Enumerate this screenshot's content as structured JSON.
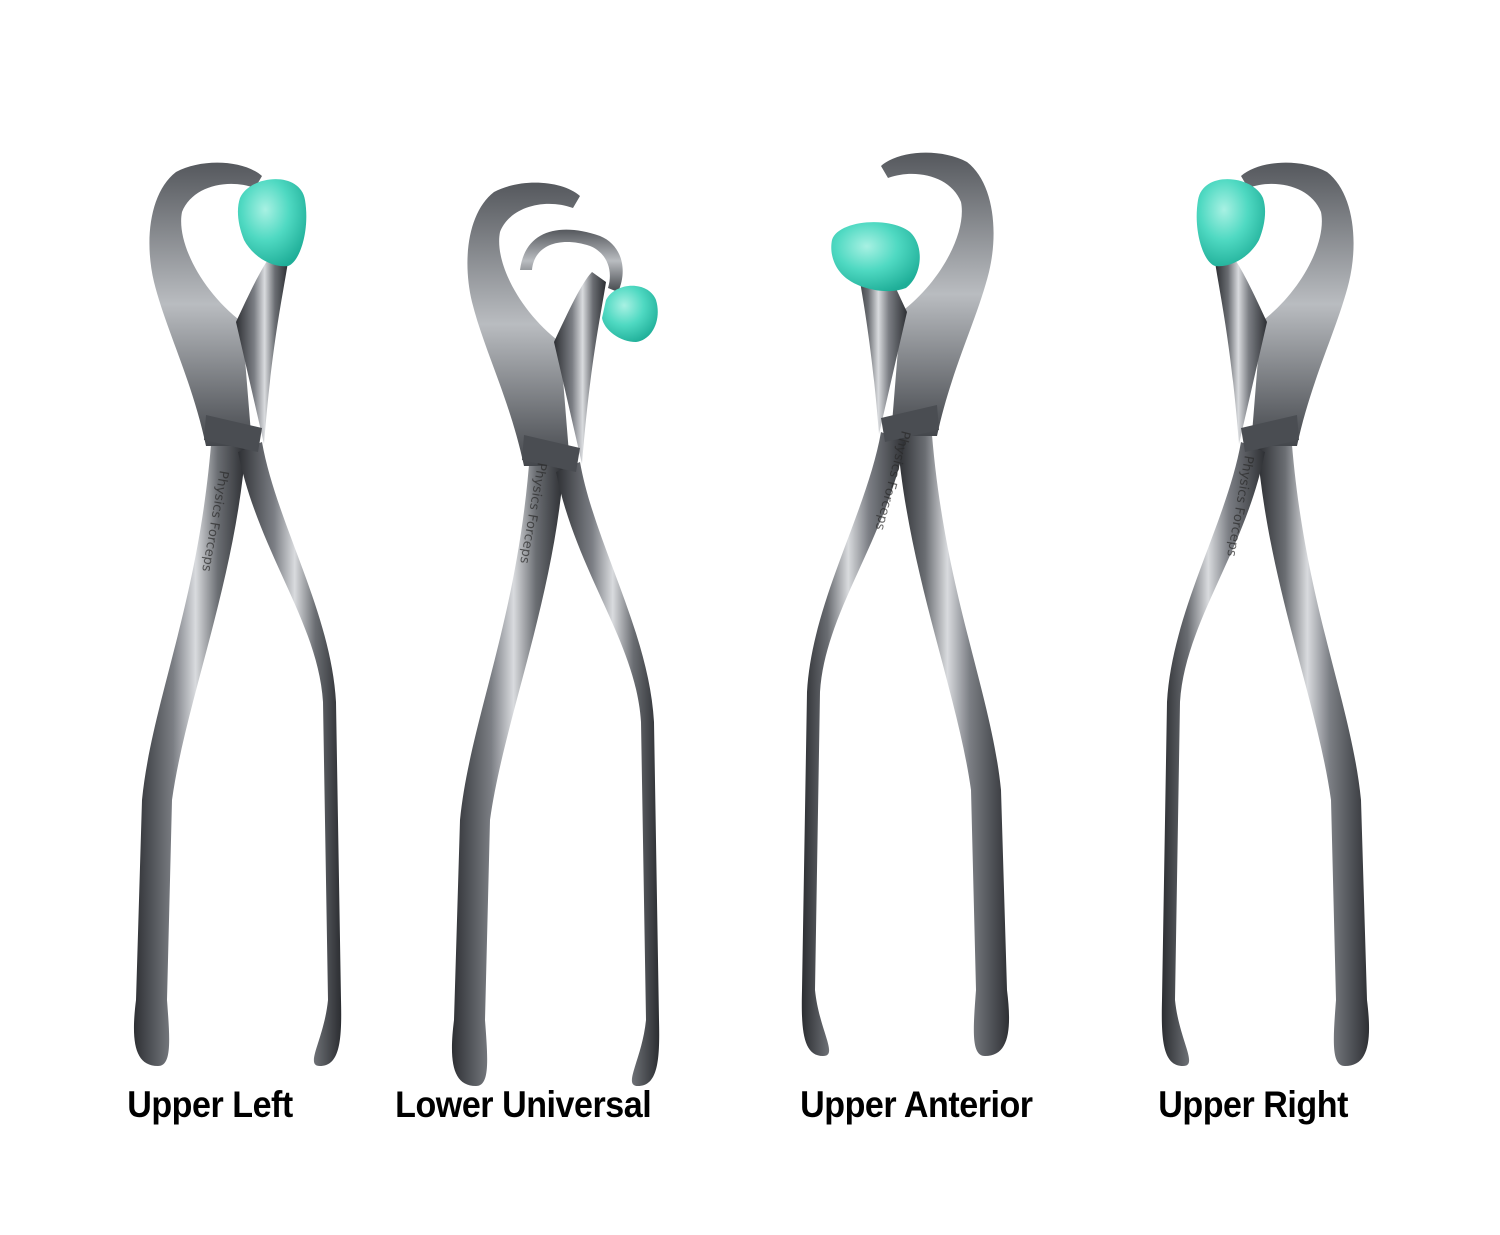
{
  "products": [
    {
      "label": "Upper Left"
    },
    {
      "label": "Lower Universal"
    },
    {
      "label": "Upper Anterior"
    },
    {
      "label": "Upper Right"
    }
  ],
  "engraving": "Physics Forceps",
  "colors": {
    "background": "#ffffff",
    "steel_dark": "#3a3c40",
    "steel_light": "#d6d8dc",
    "tip_teal": "#3fd6bf",
    "label": "#000000"
  }
}
